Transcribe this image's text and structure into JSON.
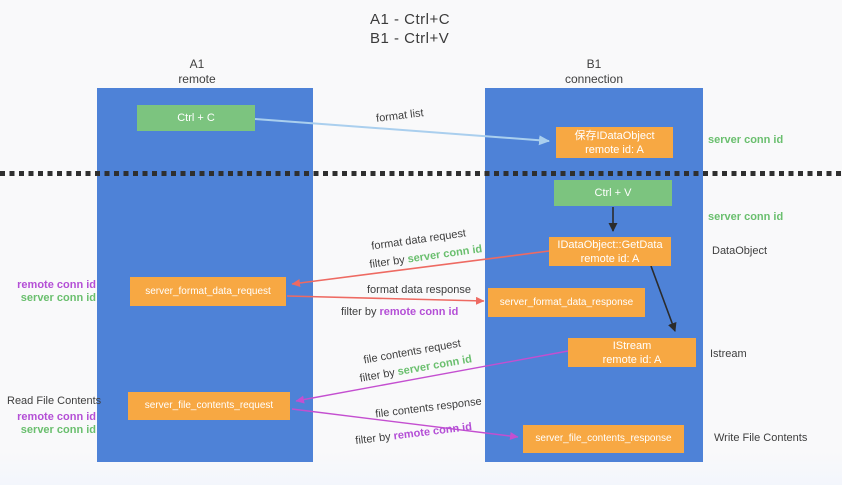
{
  "title": {
    "line1": "A1 - Ctrl+C",
    "line2": "B1 - Ctrl+V"
  },
  "lanes": {
    "a1": {
      "title": "A1",
      "subtitle": "remote"
    },
    "b1": {
      "title": "B1",
      "subtitle": "connection"
    }
  },
  "nodes": {
    "ctrl_c": {
      "label": "Ctrl + C"
    },
    "save_idataobject": {
      "line1": "保存IDataObject",
      "line2": "remote id: A"
    },
    "ctrl_v": {
      "label": "Ctrl + V"
    },
    "getdata": {
      "line1": "IDataObject::GetData",
      "line2": "remote id: A"
    },
    "format_request": {
      "label": "server_format_data_request"
    },
    "format_response": {
      "label": "server_format_data_response"
    },
    "istream": {
      "line1": "IStream",
      "line2": "remote id: A"
    },
    "file_request": {
      "label": "server_file_contents_request"
    },
    "file_response": {
      "label": "server_file_contents_response"
    }
  },
  "arrow_labels": {
    "format_list": "format list",
    "format_data_request": "format data request",
    "format_data_response": "format data response",
    "file_contents_request": "file contents request",
    "file_contents_response": "file contents response",
    "filter_by": "filter by",
    "server_conn_id": "server conn id",
    "remote_conn_id": "remote conn id"
  },
  "side_labels": {
    "server_conn_id_top": "server conn id",
    "server_conn_id_mid": "server conn id",
    "dataobject": "DataObject",
    "istream": "Istream",
    "write_file_contents": "Write File Contents",
    "read_file_contents": "Read File Contents",
    "left_remote_conn_id_top": "remote conn id",
    "left_server_conn_id_top": "server conn id",
    "left_remote_conn_id_bottom": "remote conn id",
    "left_server_conn_id_bottom": "server conn id"
  },
  "colors": {
    "lane_blue": "#4e82d7",
    "box_orange": "#f7a843",
    "box_green": "#7cc47f",
    "conn_id_green": "#6abf6e",
    "conn_id_purple": "#b44fd6",
    "arrow_red": "#ee6a62",
    "arrow_magenta": "#c44fd0",
    "arrow_light_blue": "#aacfee",
    "arrow_black": "#2b2b2b",
    "divider_black": "#2f2f2f"
  }
}
